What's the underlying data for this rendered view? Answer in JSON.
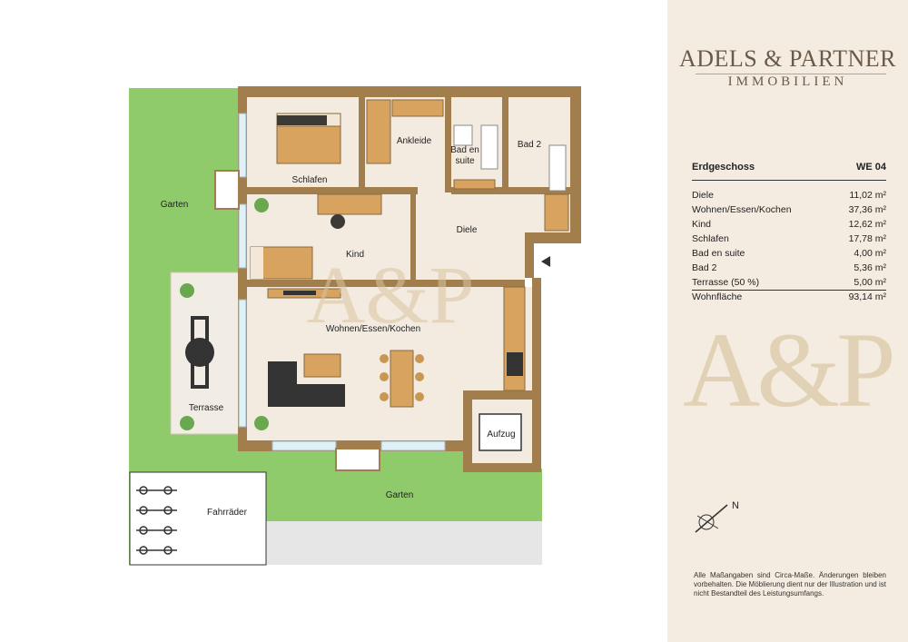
{
  "brand": {
    "name": "ADELS & PARTNER",
    "sub": "IMMOBILIEN",
    "watermark": "A&P",
    "colors": {
      "wall": "#a27e4c",
      "floor": "#f3ebe0",
      "garden": "#8fcb6a",
      "sidebar": "#f4ece0",
      "logo": "#e2d2b5"
    }
  },
  "table": {
    "floor": "Erdgeschoss",
    "unit": "WE 04",
    "rows": [
      {
        "label": "Diele",
        "value": "11,02 m²"
      },
      {
        "label": "Wohnen/Essen/Kochen",
        "value": "37,36 m²"
      },
      {
        "label": "Kind",
        "value": "12,62 m²"
      },
      {
        "label": "Schlafen",
        "value": "17,78 m²"
      },
      {
        "label": "Bad en suite",
        "value": "4,00 m²"
      },
      {
        "label": "Bad 2",
        "value": "5,36 m²"
      },
      {
        "label": "Terrasse (50 %)",
        "value": "5,00 m²"
      },
      {
        "label": "Wohnfläche",
        "value": "93,14 m²"
      }
    ]
  },
  "compass": {
    "label": "N",
    "icon": "compass-icon"
  },
  "disclaimer": "Alle Maßangaben sind Circa-Maße. Änderungen bleiben vorbehalten. Die Möblierung dient nur der Illustration und ist nicht Bestandteil des Leistungsumfangs.",
  "rooms": {
    "garten_west": "Garten",
    "garten_south": "Garten",
    "schlafen": "Schlafen",
    "ankleide": "Ankleide",
    "bad_en_suite_1": "Bad en",
    "bad_en_suite_2": "suite",
    "bad2": "Bad 2",
    "kind": "Kind",
    "diele": "Diele",
    "wohnen": "Wohnen/Essen/Kochen",
    "terrasse": "Terrasse",
    "aufzug": "Aufzug",
    "fahrraeder": "Fahrräder"
  }
}
